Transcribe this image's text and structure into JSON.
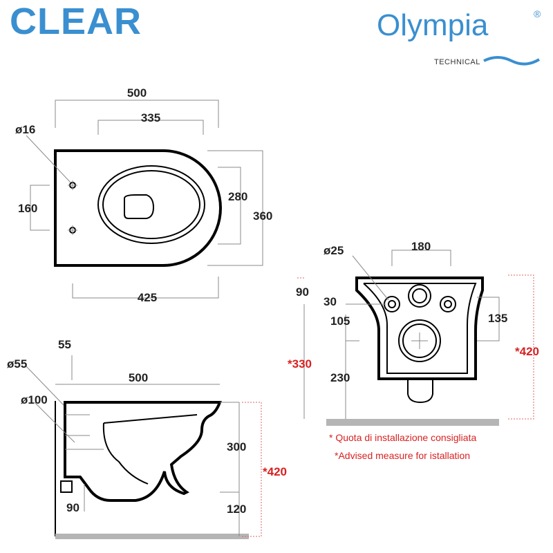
{
  "header": {
    "title": "CLEAR",
    "brand": "Olympia",
    "brand_mark": "®",
    "brand_sub": "TECHNICAL"
  },
  "colors": {
    "brand_blue": "#3a8fd0",
    "install_red": "#d92020",
    "floor_gray": "#b5b5b5"
  },
  "top_view": {
    "width_total": "500",
    "inner_width": "335",
    "hole_diameter": "ø16",
    "hole_spacing": "160",
    "bowl_depth": "280",
    "overall_depth": "360",
    "base_length": "425"
  },
  "front_view": {
    "inlet_diameter": "ø25",
    "inlet_spacing": "180",
    "d90": "90",
    "d30": "30",
    "d105": "105",
    "d135": "135",
    "d230": "230",
    "install_height_a": "*330",
    "install_height_b": "*420"
  },
  "side_view": {
    "d55": "55",
    "flush_diameter": "ø55",
    "drain_diameter": "ø100",
    "length": "500",
    "height": "300",
    "d120": "120",
    "d90": "90",
    "install_height": "*420"
  },
  "notes": {
    "italian": "* Quota di installazione consigliata",
    "english": "*Advised measure for istallation"
  }
}
